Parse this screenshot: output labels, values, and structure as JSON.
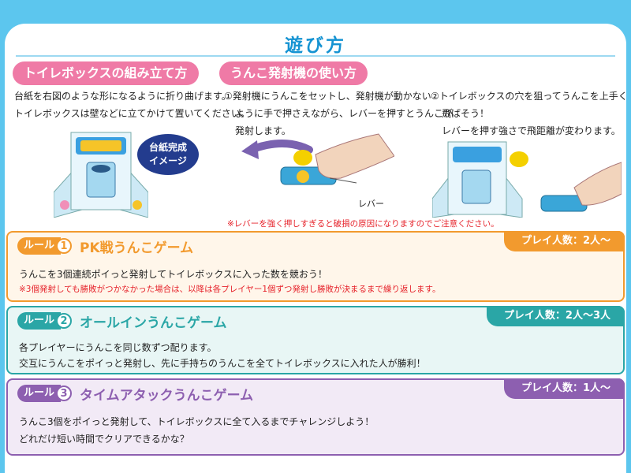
{
  "header": {
    "title": "遊び方"
  },
  "assembly": {
    "heading": "トイレボックスの組み立て方",
    "line1": "台紙を右図のような形になるように折り曲げます。",
    "line2": "トイレボックスは壁などに立てかけて置いてください。",
    "badge_line1": "台紙完成",
    "badge_line2": "イメージ"
  },
  "launcher": {
    "heading": "うんこ発射機の使い方",
    "step1_line1": "①発射機にうんこをセットし、発射機が動かない",
    "step1_line2": "ように手で押さえながら、レバーを押すとうんこが",
    "step1_line3": "発射します。",
    "lever_label": "レバー",
    "step2_line1": "②トイレボックスの穴を狙ってうんこを上手く",
    "step2_line2": "飛ばそう！",
    "step2_line3": "レバーを押す強さで飛距離が変わります。",
    "warning": "※レバーを強く押しすぎると破損の原因になりますのでご注意ください。"
  },
  "rules": [
    {
      "chip": "ルール",
      "number": "1",
      "name": "PK戦うんこゲーム",
      "players": "プレイ人数：2人～",
      "line1": "うんこを3個連続ポイっと発射してトイレボックスに入った数を競おう！",
      "line2": "※3個発射しても勝敗がつかなかった場合は、以降は各プレイヤー1個ずつ発射し勝敗が決まるまで繰り返します。"
    },
    {
      "chip": "ルール",
      "number": "2",
      "name": "オールインうんこゲーム",
      "players": "プレイ人数：2人～3人",
      "line1": "各プレイヤーにうんこを同じ数ずつ配ります。",
      "line2": "交互にうんこをポイっと発射し、先に手持ちのうんこを全てトイレボックスに入れた人が勝利！"
    },
    {
      "chip": "ルール",
      "number": "3",
      "name": "タイムアタックうんこゲーム",
      "players": "プレイ人数：1人～",
      "line1": "うんこ3個をポイっと発射して、トイレボックスに全て入るまでチャレンジしよう！",
      "line2": "どれだけ短い時間でクリアできるかな？"
    }
  ],
  "colors": {
    "background": "#5cc6ee",
    "pink": "#ef7aa6",
    "rule1": "#f29a2e",
    "rule2": "#2aa6a6",
    "rule3": "#8d5fb0",
    "warning": "#e6232b"
  }
}
